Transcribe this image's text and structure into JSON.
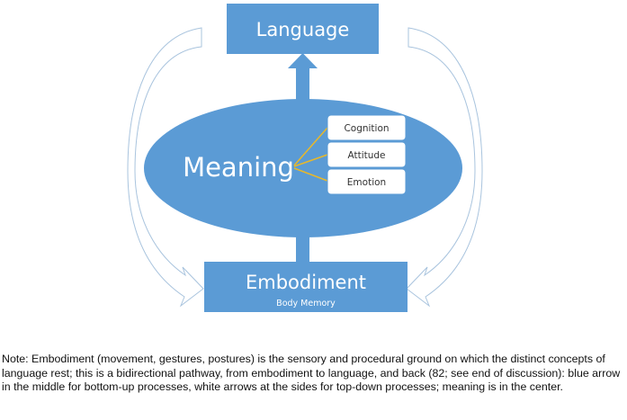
{
  "diagram": {
    "top_box": {
      "label": "Language"
    },
    "center_ellipse": {
      "label": "Meaning"
    },
    "bottom_box": {
      "label": "Embodiment",
      "sublabel": "Body Memory"
    },
    "meaning_components": [
      {
        "label": "Cognition"
      },
      {
        "label": "Attitude"
      },
      {
        "label": "Emotion"
      }
    ],
    "arrows": {
      "center": {
        "type": "bottom-up",
        "direction": "up",
        "from": "Embodiment",
        "to": "Language"
      },
      "sides": [
        {
          "type": "top-down",
          "side": "left",
          "from": "Language",
          "to": "Embodiment"
        },
        {
          "type": "top-down",
          "side": "right",
          "from": "Language",
          "to": "Embodiment"
        }
      ]
    },
    "colors": {
      "shape_fill": "#5b9bd5",
      "connector": "#e8b82a",
      "side_arrow_stroke": "#a9c4de",
      "component_box_fill": "#ffffff"
    }
  },
  "note": "Note: Embodiment (movement, gestures, postures) is the sensory and procedural ground on which the distinct concepts of language rest; this is a bidirectional pathway, from embodiment to language, and back (82; see end of discussion): blue arrow in the middle for bottom-up processes, white arrows at the sides for top-down processes; meaning is in the center."
}
